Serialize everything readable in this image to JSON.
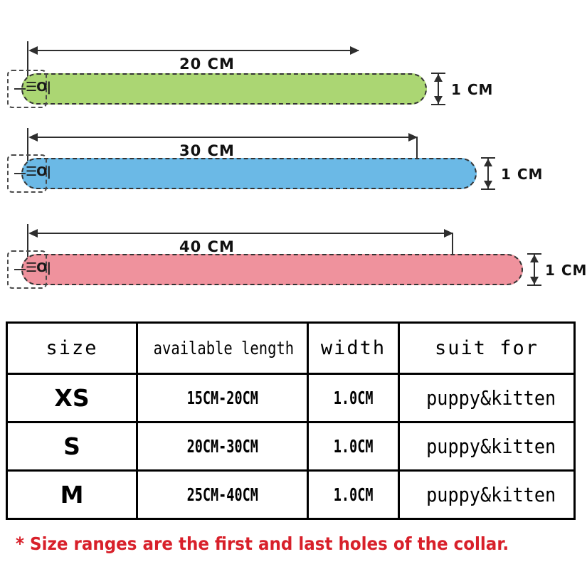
{
  "diagram": {
    "collars": [
      {
        "id": "collar-xs",
        "color_name": "green",
        "color": "#abd673",
        "length_label": "20 CM",
        "width_label": "1 CM",
        "buckle_icon": "buckle-icon"
      },
      {
        "id": "collar-s",
        "color_name": "blue",
        "color": "#6bb9e6",
        "length_label": "30 CM",
        "width_label": "1 CM",
        "buckle_icon": "buckle-icon"
      },
      {
        "id": "collar-m",
        "color_name": "pink",
        "color": "#ef929d",
        "length_label": "40 CM",
        "width_label": "1 CM",
        "buckle_icon": "buckle-icon"
      }
    ],
    "buckle_glyph": "☰O|"
  },
  "table": {
    "headers": [
      "size",
      "available length",
      "width",
      "suit for"
    ],
    "rows": [
      {
        "size": "XS",
        "length": "15CM-20CM",
        "width": "1.0CM",
        "suit": "puppy&kitten"
      },
      {
        "size": "S",
        "length": "20CM-30CM",
        "width": "1.0CM",
        "suit": "puppy&kitten"
      },
      {
        "size": "M",
        "length": "25CM-40CM",
        "width": "1.0CM",
        "suit": "puppy&kitten"
      }
    ]
  },
  "footnote": {
    "text": "* Size ranges are the first and last holes of the collar.",
    "color": "#d8202a"
  }
}
